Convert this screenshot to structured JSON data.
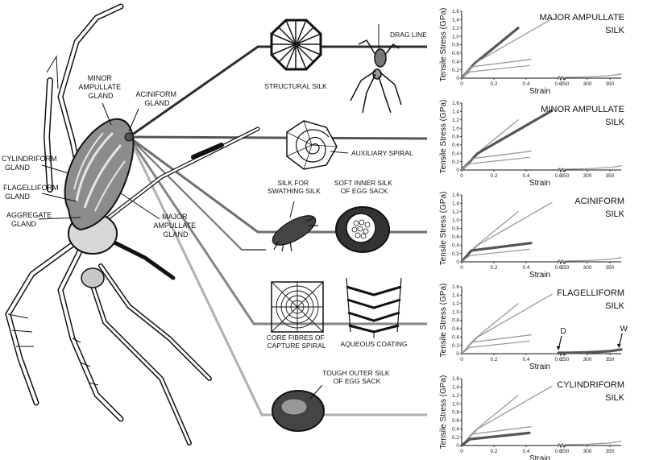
{
  "colors": {
    "major_ampullate_line": "#2e2e2e",
    "minor_ampullate_line": "#555555",
    "aciniform_line": "#6e6e6e",
    "flagelliform_line": "#858585",
    "cylindriform_line": "#b0b0b0",
    "highlight_curve": "#555555",
    "reference_curve": "#9a9a9a"
  },
  "gland_labels": {
    "minor_ampullate": [
      "MINOR",
      "AMPULLATE",
      "GLAND"
    ],
    "aciniform": [
      "ACINIFORM",
      "GLAND"
    ],
    "cylindriform": [
      "CYLINDRIFORM",
      "GLAND"
    ],
    "flagelliform": [
      "FLAGELLIFORM",
      "GLAND"
    ],
    "aggregate": [
      "AGGREGATE",
      "GLAND"
    ],
    "major_ampullate": [
      "MAJOR",
      "AMPULLATE",
      "GLAND"
    ]
  },
  "silk_labels": {
    "structural": "STRUCTURAL SILK",
    "drag_line": "DRAG LINE",
    "auxiliary_spiral": "AUXILIARY SPIRAL",
    "swathing": [
      "SILK FOR",
      "SWATHING SILK"
    ],
    "egg_inner": [
      "SOFT INNER SILK",
      "OF EGG SACK"
    ],
    "capture_core": [
      "CORE FIBRES OF",
      "CAPTURE SPIRAL"
    ],
    "aqueous": "AQUEOUS COATING",
    "egg_outer": [
      "TOUGH OUTER SILK",
      "OF EGG SACK"
    ]
  },
  "icons": [
    "spider-icon",
    "structural-web-icon",
    "small-spider-icon",
    "auxiliary-spiral-icon",
    "swathed-prey-icon",
    "egg-sack-inner-icon",
    "capture-web-icon",
    "aqueous-coating-icon",
    "egg-sack-outer-icon",
    "axis-break-icon"
  ],
  "chart_data": [
    {
      "type": "line",
      "title": [
        "MAJOR AMPULLATE",
        "SILK"
      ],
      "xlabel": "Strain",
      "ylabel": "Tensile Stress (GPa)",
      "ylim": [
        0,
        1.6
      ],
      "y_ticks": [
        "0",
        "0.2",
        "0.4",
        "0.6",
        "0.8",
        "1.0",
        "1.2",
        "1.4",
        "1.6"
      ],
      "x_ticks": [
        "0",
        "0.2",
        "0.4",
        "0.6",
        "250",
        "300",
        "350"
      ],
      "x_axis_break": "between 0.6 and 250",
      "highlight": "major_ampullate",
      "series": [
        {
          "key": "major_ampullate",
          "x": [
            0,
            0.08,
            0.35
          ],
          "y": [
            0,
            0.35,
            1.2
          ]
        },
        {
          "key": "minor_ampullate",
          "x": [
            0,
            0.1,
            0.56
          ],
          "y": [
            0,
            0.4,
            1.42
          ]
        },
        {
          "key": "aciniform",
          "x": [
            0,
            0.06,
            0.43
          ],
          "y": [
            0,
            0.27,
            0.45
          ]
        },
        {
          "key": "cylindriform",
          "x": [
            0,
            0.05,
            0.42
          ],
          "y": [
            0,
            0.15,
            0.3
          ]
        },
        {
          "key": "flagelliform",
          "x": [
            0.6,
            250,
            300,
            350,
            375
          ],
          "y": [
            0.02,
            0.02,
            0.03,
            0.06,
            0.1
          ]
        }
      ]
    },
    {
      "type": "line",
      "title": [
        "MINOR AMPULLATE",
        "SILK"
      ],
      "xlabel": "Strain",
      "ylabel": "Tensile Stress (GPa)",
      "ylim": [
        0,
        1.6
      ],
      "y_ticks": [
        "0",
        "0.2",
        "0.4",
        "0.6",
        "0.8",
        "1.0",
        "1.2",
        "1.4",
        "1.6"
      ],
      "x_ticks": [
        "0",
        "0.2",
        "0.4",
        "0.6",
        "250",
        "300",
        "350"
      ],
      "x_axis_break": "between 0.6 and 250",
      "highlight": "minor_ampullate",
      "series": [
        {
          "key": "major_ampullate",
          "x": [
            0,
            0.08,
            0.35
          ],
          "y": [
            0,
            0.35,
            1.2
          ]
        },
        {
          "key": "minor_ampullate",
          "x": [
            0,
            0.1,
            0.56
          ],
          "y": [
            0,
            0.4,
            1.42
          ]
        },
        {
          "key": "aciniform",
          "x": [
            0,
            0.06,
            0.43
          ],
          "y": [
            0,
            0.27,
            0.45
          ]
        },
        {
          "key": "cylindriform",
          "x": [
            0,
            0.05,
            0.42
          ],
          "y": [
            0,
            0.15,
            0.3
          ]
        },
        {
          "key": "flagelliform",
          "x": [
            0.6,
            250,
            300,
            350,
            375
          ],
          "y": [
            0.02,
            0.02,
            0.03,
            0.06,
            0.1
          ]
        }
      ]
    },
    {
      "type": "line",
      "title": [
        "ACINIFORM",
        "SILK"
      ],
      "xlabel": "Strain",
      "ylabel": "Tensile Stress (GPa)",
      "ylim": [
        0,
        1.6
      ],
      "y_ticks": [
        "0",
        "0.2",
        "0.4",
        "0.6",
        "0.8",
        "1.0",
        "1.2",
        "1.4",
        "1.6"
      ],
      "x_ticks": [
        "0",
        "0.2",
        "0.4",
        "0.6",
        "250",
        "300",
        "350"
      ],
      "x_axis_break": "between 0.6 and 250",
      "highlight": "aciniform",
      "series": [
        {
          "key": "major_ampullate",
          "x": [
            0,
            0.08,
            0.35
          ],
          "y": [
            0,
            0.35,
            1.2
          ]
        },
        {
          "key": "minor_ampullate",
          "x": [
            0,
            0.1,
            0.56
          ],
          "y": [
            0,
            0.4,
            1.42
          ]
        },
        {
          "key": "aciniform",
          "x": [
            0,
            0.06,
            0.43
          ],
          "y": [
            0,
            0.27,
            0.45
          ]
        },
        {
          "key": "cylindriform",
          "x": [
            0,
            0.05,
            0.42
          ],
          "y": [
            0,
            0.15,
            0.3
          ]
        },
        {
          "key": "flagelliform",
          "x": [
            0.6,
            250,
            300,
            350,
            375
          ],
          "y": [
            0.02,
            0.02,
            0.03,
            0.06,
            0.1
          ]
        }
      ]
    },
    {
      "type": "line",
      "title": [
        "FLAGELLIFORM",
        "SILK"
      ],
      "xlabel": "Strain",
      "ylabel": "Tensile Stress (GPa)",
      "ylim": [
        0,
        1.6
      ],
      "y_ticks": [
        "0",
        "0.2",
        "0.4",
        "0.6",
        "0.8",
        "1.0",
        "1.2",
        "1.4",
        "1.6"
      ],
      "x_ticks": [
        "0",
        "0.2",
        "0.4",
        "0.6",
        "250",
        "300",
        "350"
      ],
      "x_axis_break": "between 0.6 and 250",
      "highlight": "flagelliform",
      "annotations": [
        {
          "text": "D",
          "x": 0.6,
          "y": 0.04
        },
        {
          "text": "W",
          "x": 370,
          "y": 0.1
        }
      ],
      "series": [
        {
          "key": "major_ampullate",
          "x": [
            0,
            0.08,
            0.35
          ],
          "y": [
            0,
            0.35,
            1.2
          ]
        },
        {
          "key": "minor_ampullate",
          "x": [
            0,
            0.1,
            0.56
          ],
          "y": [
            0,
            0.4,
            1.42
          ]
        },
        {
          "key": "aciniform",
          "x": [
            0,
            0.06,
            0.43
          ],
          "y": [
            0,
            0.27,
            0.45
          ]
        },
        {
          "key": "cylindriform",
          "x": [
            0,
            0.05,
            0.42
          ],
          "y": [
            0,
            0.15,
            0.3
          ]
        },
        {
          "key": "flagelliform",
          "x": [
            0.6,
            250,
            300,
            350,
            375
          ],
          "y": [
            0.02,
            0.02,
            0.03,
            0.06,
            0.1
          ]
        }
      ]
    },
    {
      "type": "line",
      "title": [
        "CYLINDRIFORM",
        "SILK"
      ],
      "xlabel": "Strain",
      "ylabel": "Tensile Stress (GPa)",
      "ylim": [
        0,
        1.6
      ],
      "y_ticks": [
        "0",
        "0.2",
        "0.4",
        "0.6",
        "0.8",
        "1.0",
        "1.2",
        "1.4",
        "1.6"
      ],
      "x_ticks": [
        "0",
        "0.2",
        "0.4",
        "0.6",
        "250",
        "300",
        "350"
      ],
      "x_axis_break": "between 0.6 and 250",
      "highlight": "cylindriform",
      "series": [
        {
          "key": "major_ampullate",
          "x": [
            0,
            0.08,
            0.35
          ],
          "y": [
            0,
            0.35,
            1.2
          ]
        },
        {
          "key": "minor_ampullate",
          "x": [
            0,
            0.1,
            0.56
          ],
          "y": [
            0,
            0.4,
            1.42
          ]
        },
        {
          "key": "aciniform",
          "x": [
            0,
            0.06,
            0.43
          ],
          "y": [
            0,
            0.27,
            0.45
          ]
        },
        {
          "key": "cylindriform",
          "x": [
            0,
            0.05,
            0.42
          ],
          "y": [
            0,
            0.15,
            0.3
          ]
        },
        {
          "key": "flagelliform",
          "x": [
            0.6,
            250,
            300,
            350,
            375
          ],
          "y": [
            0.02,
            0.02,
            0.03,
            0.06,
            0.1
          ]
        }
      ]
    }
  ]
}
